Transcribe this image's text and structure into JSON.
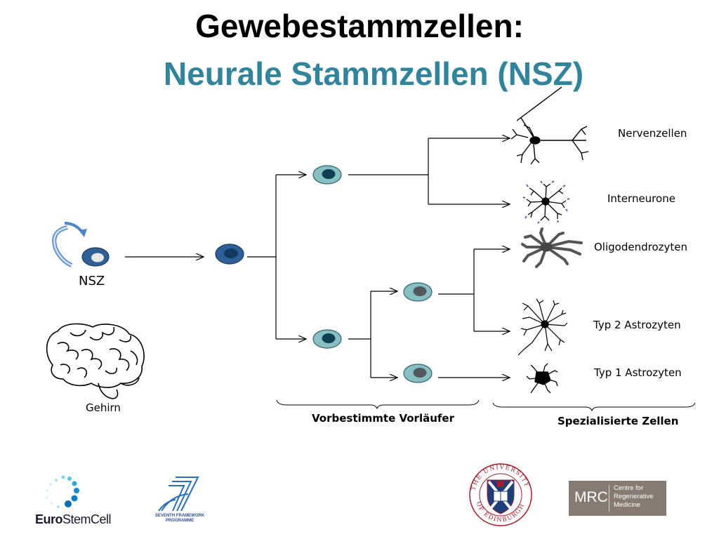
{
  "title": {
    "line1": "Gewebestammzellen:",
    "line2": "Neurale Stammzellen (NSZ)"
  },
  "labels": {
    "nsz": "NSZ",
    "gehirn": "Gehirn",
    "vorbestimmte": "Vorbestimmte Vorläufer",
    "spezialisierte": "Spezialisierte Zellen"
  },
  "cell_types": [
    "Nervenzellen",
    "Interneurone",
    "Oligodendrozyten",
    "Typ 2 Astrozyten",
    "Typ 1 Astrozyten"
  ],
  "logos": {
    "eurostemcell_bold": "Euro",
    "eurostemcell_regular": "StemCell",
    "fp7": "SEVENTH FRAMEWORK PROGRAMME",
    "edinburgh_ring": "THE UNIVERSITY OF EDINBURGH",
    "mrc_word": "MRC",
    "mrc_sub": "Centre for\nRegenerative\nMedicine"
  },
  "colors": {
    "title_accent": "#31849b",
    "stem_cell": "#2f5f97",
    "progenitor_teal": "#87c0c2",
    "progenitor_nucleus": "#0f3f55",
    "glial_nucleus": "#53575e",
    "mrc_bg": "#857b72"
  }
}
